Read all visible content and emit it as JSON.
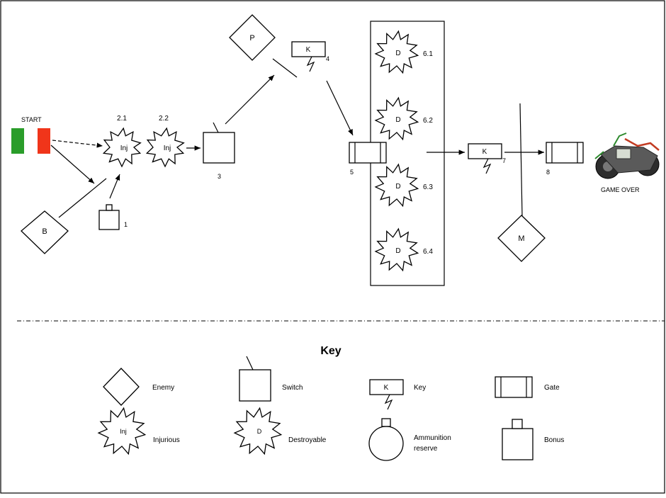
{
  "diagram": {
    "start_label": "START",
    "game_over_label": "GAME OVER",
    "colors": {
      "start_green": "#2a9d2a",
      "start_red": "#f0351a"
    },
    "nodes": {
      "inj_2_1": {
        "text": "Inj",
        "num": "2.1"
      },
      "inj_2_2": {
        "text": "Inj",
        "num": "2.2"
      },
      "switch_3": {
        "num": "3"
      },
      "enemy_p": {
        "text": "P"
      },
      "key_4": {
        "text": "K",
        "num": "4"
      },
      "gate_5": {
        "num": "5"
      },
      "d_6_1": {
        "text": "D",
        "num": "6.1"
      },
      "d_6_2": {
        "text": "D",
        "num": "6.2"
      },
      "d_6_3": {
        "text": "D",
        "num": "6.3"
      },
      "d_6_4": {
        "text": "D",
        "num": "6.4"
      },
      "key_7": {
        "text": "K",
        "num": "7"
      },
      "gate_8": {
        "num": "8"
      },
      "enemy_b": {
        "text": "B"
      },
      "bonus_1": {
        "num": "1"
      },
      "enemy_m": {
        "text": "M"
      }
    }
  },
  "key": {
    "title": "Key",
    "items": {
      "enemy": "Enemy",
      "switch": "Switch",
      "key": "Key",
      "key_symbol": "K",
      "gate": "Gate",
      "injurious": "Injurious",
      "injurious_symbol": "Inj",
      "destroyable": "Destroyable",
      "destroyable_symbol": "D",
      "ammunition_line1": "Ammunition",
      "ammunition_line2": "reserve",
      "bonus": "Bonus"
    }
  }
}
